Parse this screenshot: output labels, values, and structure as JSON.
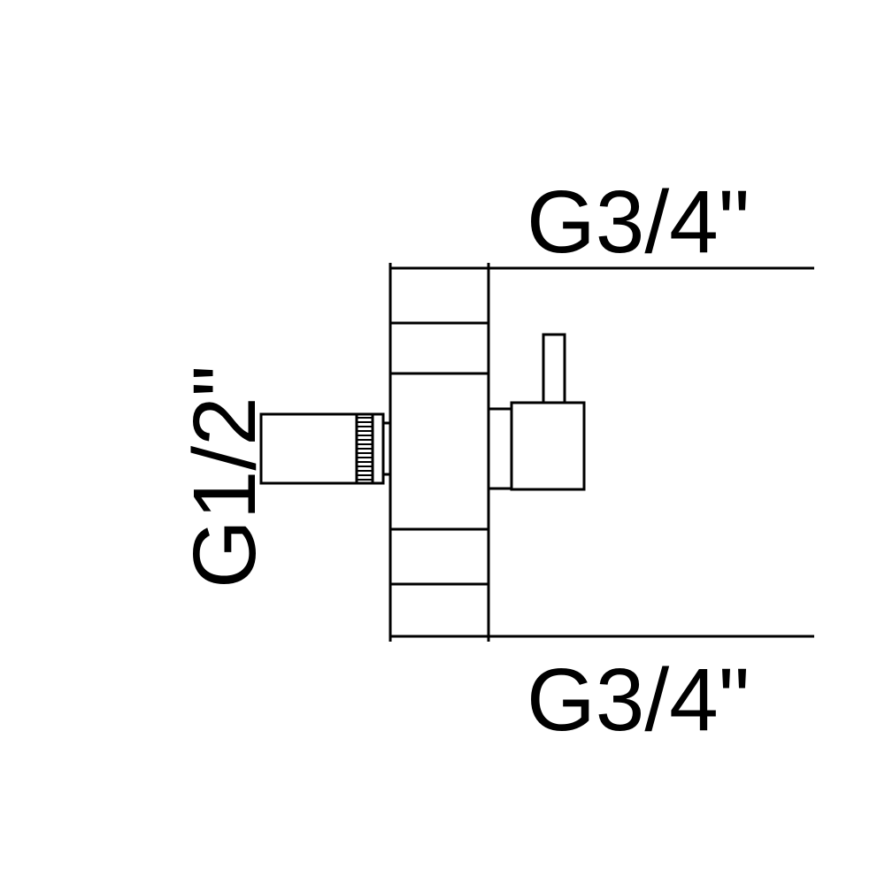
{
  "labels": {
    "top_connection": "G3/4\"",
    "bottom_connection": "G3/4\"",
    "side_connection": "G1/2\""
  },
  "colors": {
    "line": "#000000",
    "background": "#ffffff"
  }
}
